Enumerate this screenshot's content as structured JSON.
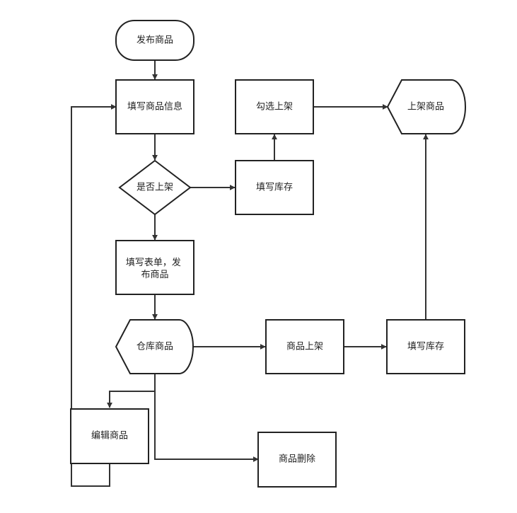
{
  "nodes": {
    "start": "发布商品",
    "fill_info": "填写商品信息",
    "decision": "是否上架",
    "fill_stock_top": "填写库存",
    "check_shelf": "勾选上架",
    "shelf_goods": "上架商品",
    "fill_form_line1": "填写表单，发",
    "fill_form_line2": "布商品",
    "warehouse": "仓库商品",
    "goods_shelf": "商品上架",
    "fill_stock_bottom": "填写库存",
    "edit_goods": "编辑商品",
    "delete_goods": "商品删除"
  },
  "colors": {
    "stroke": "#222222",
    "fill": "#ffffff"
  }
}
